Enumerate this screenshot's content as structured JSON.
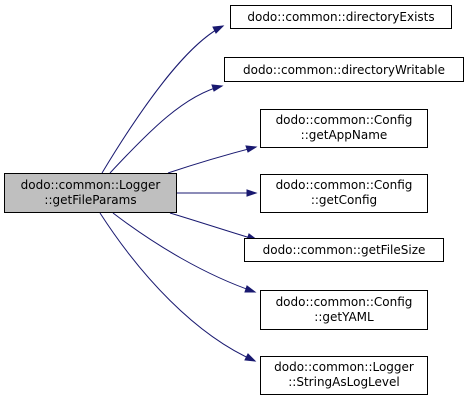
{
  "diagram": {
    "root": {
      "lines": [
        "dodo::common::Logger",
        "::getFileParams"
      ]
    },
    "callees": [
      {
        "lines": [
          "dodo::common::directoryExists"
        ]
      },
      {
        "lines": [
          "dodo::common::directoryWritable"
        ]
      },
      {
        "lines": [
          "dodo::common::Config",
          "::getAppName"
        ]
      },
      {
        "lines": [
          "dodo::common::Config",
          "::getConfig"
        ]
      },
      {
        "lines": [
          "dodo::common::getFileSize"
        ]
      },
      {
        "lines": [
          "dodo::common::Config",
          "::getYAML"
        ]
      },
      {
        "lines": [
          "dodo::common::Logger",
          "::StringAsLogLevel"
        ]
      }
    ]
  },
  "colors": {
    "edge": "#191970",
    "root_fill": "#bfbfbf",
    "node_fill": "#ffffff",
    "border": "#000000"
  }
}
